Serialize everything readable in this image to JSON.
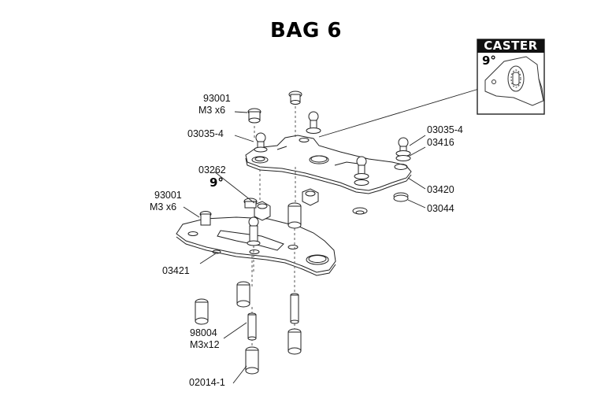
{
  "title": "BAG 6",
  "caster": {
    "header": "CASTER",
    "angle": "9°"
  },
  "parts": {
    "p93001_top": {
      "code": "93001",
      "desc": "M3 x6"
    },
    "p03035_left": {
      "code": "03035-4"
    },
    "p03262": {
      "code": "03262",
      "angle": "9°"
    },
    "p93001_mid": {
      "code": "93001",
      "desc": "M3 x6"
    },
    "p03421": {
      "code": "03421"
    },
    "p98004": {
      "code": "98004",
      "desc": "M3x12"
    },
    "p02014": {
      "code": "02014-1"
    },
    "p03035_right": {
      "code": "03035-4"
    },
    "p03416": {
      "code": "03416"
    },
    "p03420": {
      "code": "03420"
    },
    "p03044": {
      "code": "03044"
    }
  }
}
